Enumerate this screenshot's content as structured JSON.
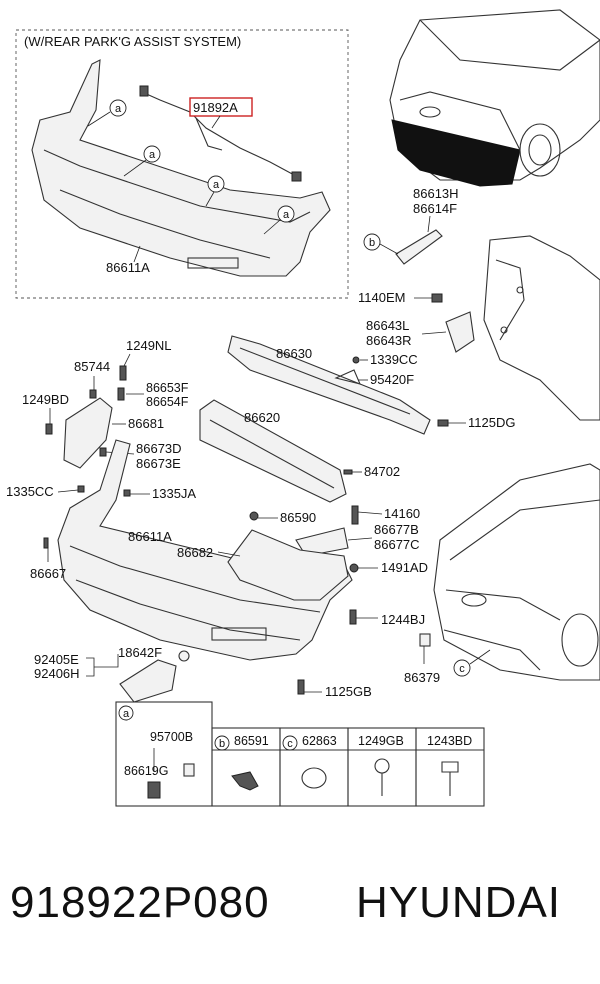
{
  "inset_title": "(W/REAR PARK'G ASSIST SYSTEM)",
  "highlight_color": "#cc2222",
  "inset": {
    "highlight_part": "91892A",
    "bumper_part": "86611A",
    "callout": "a"
  },
  "parts": {
    "p86613H": "86613H",
    "p86614F": "86614F",
    "p1140EM": "1140EM",
    "p86643L": "86643L",
    "p86643R": "86643R",
    "p86630": "86630",
    "p1339CC": "1339CC",
    "p95420F": "95420F",
    "p1249NL": "1249NL",
    "p85744": "85744",
    "p86653F": "86653F",
    "p86654F": "86654F",
    "p1249BD": "1249BD",
    "p86681": "86681",
    "p86620": "86620",
    "p1125DG": "1125DG",
    "p86673D": "86673D",
    "p86673E": "86673E",
    "p84702": "84702",
    "p1335CC": "1335CC",
    "p1335JA": "1335JA",
    "p14160": "14160",
    "p86590": "86590",
    "p86677B": "86677B",
    "p86677C": "86677C",
    "p86611A": "86611A",
    "p86682": "86682",
    "p86667": "86667",
    "p1491AD": "1491AD",
    "p1244BJ": "1244BJ",
    "p92405E": "92405E",
    "p92406H": "92406H",
    "p18642F": "18642F",
    "p86379": "86379",
    "p1125GB": "1125GB"
  },
  "callouts": {
    "a": "a",
    "b": "b",
    "c": "c"
  },
  "legend_table": {
    "cell_a": {
      "key": "a",
      "part1": "95700B",
      "part2": "86619G"
    },
    "cell_b": {
      "key": "b",
      "part": "86591"
    },
    "cell_c": {
      "key": "c",
      "part": "62863"
    },
    "cell_d": {
      "part": "1249GB"
    },
    "cell_e": {
      "part": "1243BD"
    }
  },
  "footer": {
    "part_number": "918922P080",
    "brand": "HYUNDAI"
  }
}
